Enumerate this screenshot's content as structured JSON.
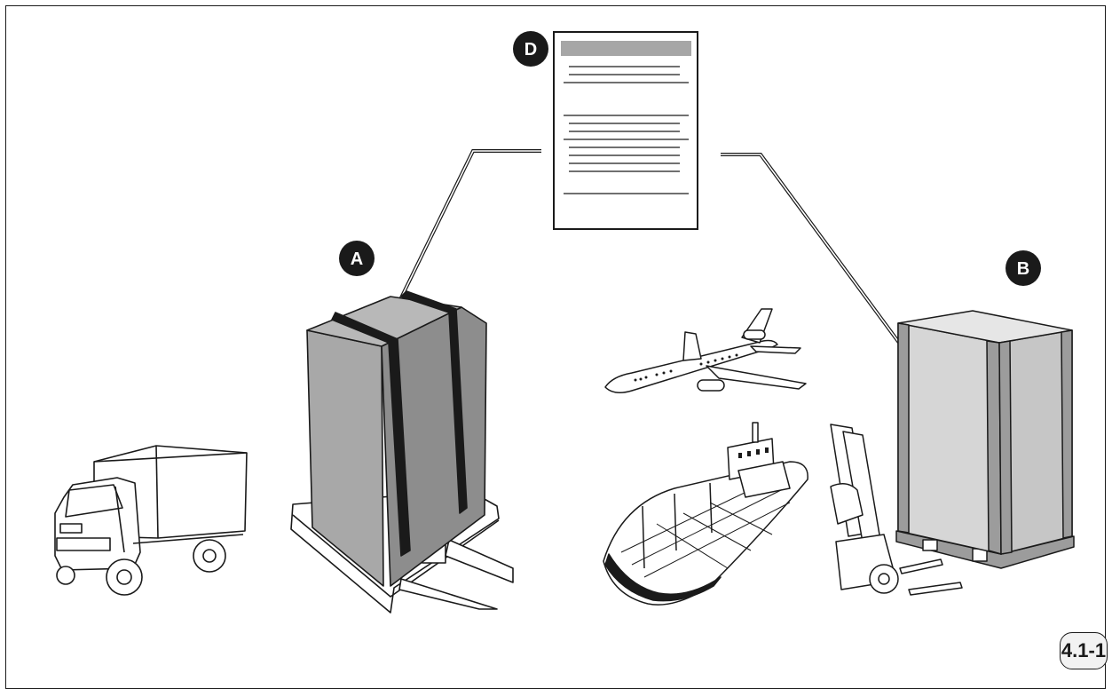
{
  "callouts": {
    "a": "A",
    "b": "B",
    "d": "D"
  },
  "figure_label": "4.1-1",
  "colors": {
    "ink": "#1a1a1a",
    "wrap_gray": "#a8a8a8",
    "wrap_gray_dark": "#8d8d8d",
    "crate_gray": "#d6d6d6",
    "crate_frame": "#9c9c9c",
    "doc_header": "#a6a6a6"
  },
  "icons": [
    "document-icon",
    "truck-icon",
    "wrapped-pallet-icon",
    "airplane-icon",
    "ship-icon",
    "forklift-icon",
    "wooden-crate-icon"
  ]
}
